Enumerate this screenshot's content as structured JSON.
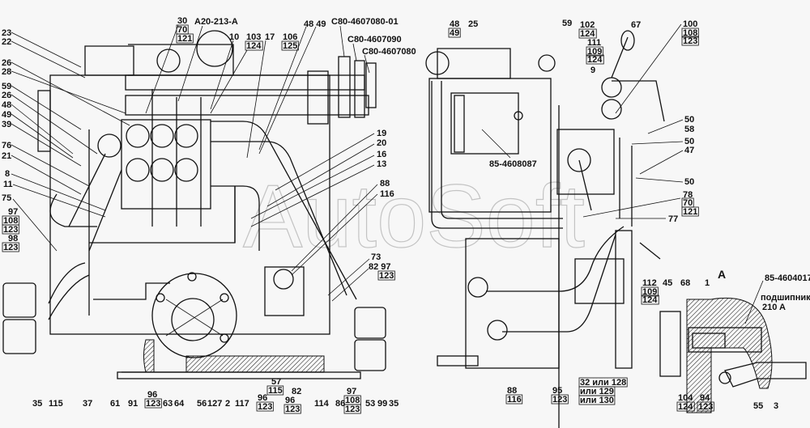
{
  "watermark": "AutoSoft",
  "left_labels": [
    "23",
    "22",
    "26",
    "28",
    "59",
    "26",
    "48",
    "49",
    "39",
    "76",
    "21",
    "8",
    "11",
    "75",
    "97",
    "108",
    "123",
    "98",
    "123",
    "30",
    "70",
    "121",
    "A20-213-A",
    "10",
    "103",
    "124",
    "17",
    "106",
    "125",
    "48 49",
    "C80-4607080-01",
    "C80-4607090",
    "C80-4607080",
    "19",
    "20",
    "16",
    "13",
    "88",
    "116",
    "73",
    "82 97",
    "123",
    "35",
    "115",
    "37",
    "61",
    "91",
    "96",
    "123",
    "63",
    "64",
    "56",
    "127",
    "2",
    "117",
    "96",
    "123",
    "57",
    "115",
    "82",
    "96",
    "123",
    "114",
    "86",
    "97",
    "108",
    "123",
    "53",
    "99",
    "35"
  ],
  "right_labels": [
    "48",
    "49",
    "25",
    "59",
    "102",
    "124",
    "111",
    "109",
    "124",
    "9",
    "67",
    "100",
    "108",
    "123",
    "50",
    "58",
    "50",
    "47",
    "50",
    "78",
    "70",
    "121",
    "77",
    "85-4608087",
    "88",
    "116",
    "95",
    "123",
    "32 или 128",
    "или 129",
    "или 130"
  ],
  "detail_labels": [
    "A",
    "112",
    "109",
    "124",
    "45",
    "68",
    "1",
    "85-4604017",
    "подшипник",
    "210 A",
    "104",
    "124",
    "94",
    "123",
    "55",
    "3"
  ]
}
